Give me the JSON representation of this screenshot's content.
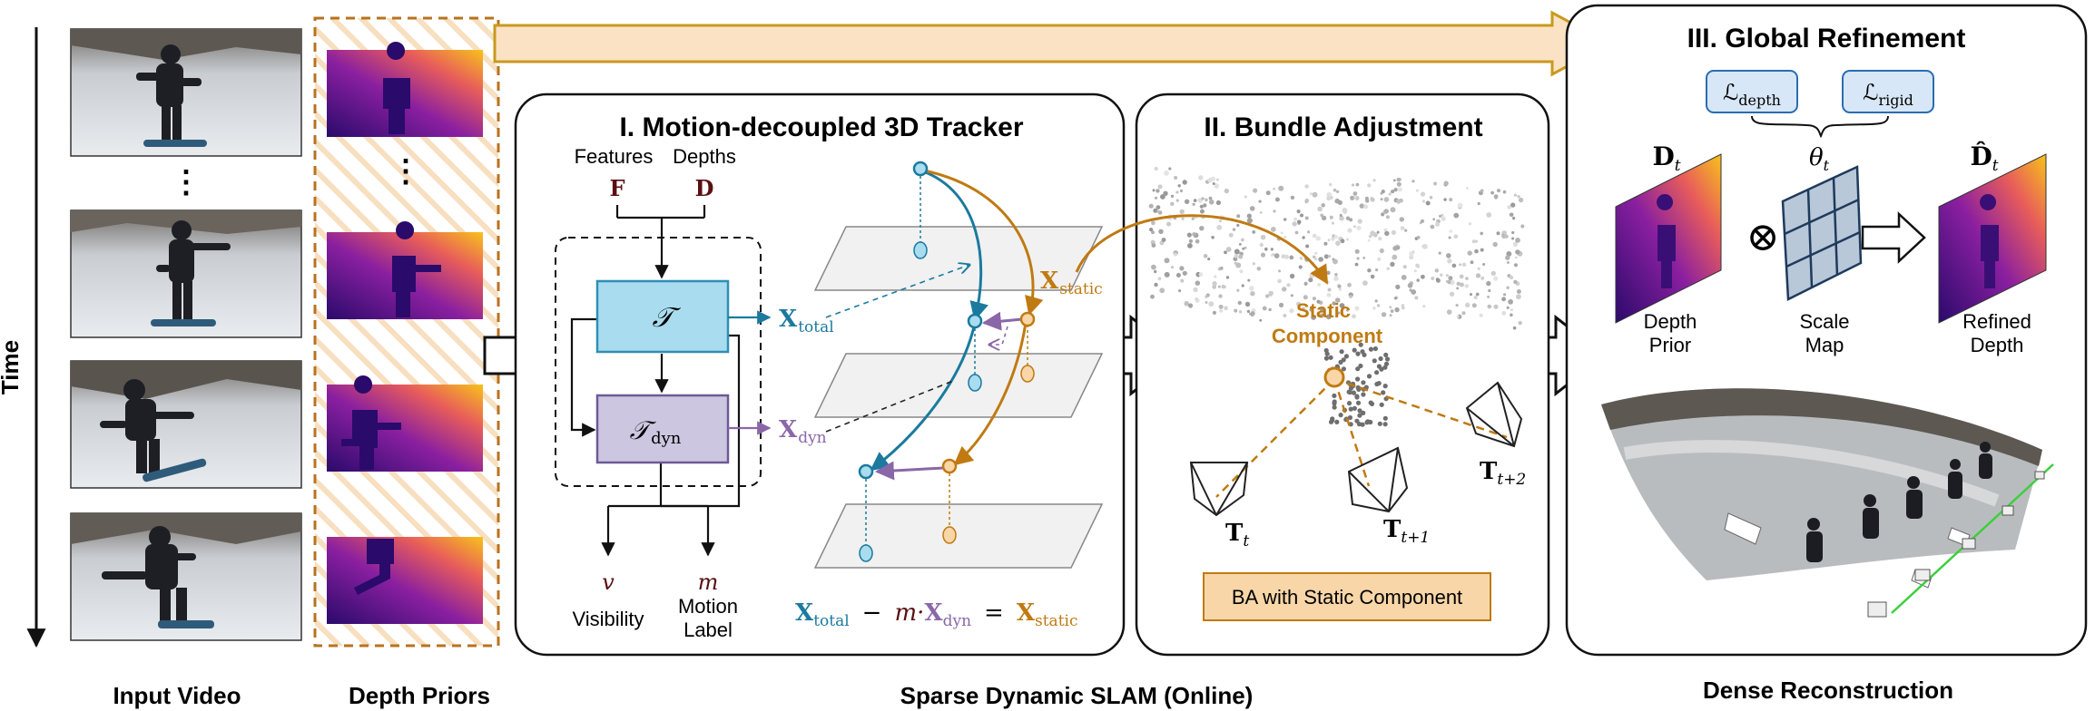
{
  "labels": {
    "time": "Time",
    "input_video": "Input Video",
    "depth_priors": "Depth Priors",
    "slam": "Sparse Dynamic SLAM (Online)",
    "dense": "Dense Reconstruction"
  },
  "tracker": {
    "title": "I. Motion-decoupled 3D Tracker",
    "features": "Features",
    "depths": "Depths",
    "F": "F",
    "D": "D",
    "T": "𝒯",
    "T_dyn": "𝒯",
    "dyn_sub": "dyn",
    "x_total": "X",
    "total_sub": "total",
    "x_dyn": "X",
    "x_static": "X",
    "static_sub": "static",
    "v": "v",
    "m": "m",
    "visibility": "Visibility",
    "motion_label_1": "Motion",
    "motion_label_2": "Label",
    "eq_minus": "−",
    "eq_m": "m·",
    "eq_equals": "="
  },
  "ba": {
    "title": "II. Bundle Adjustment",
    "static_1": "Static",
    "static_2": "Component",
    "T": "T",
    "t": "t",
    "t1": "t+1",
    "t2": "t+2",
    "box": "BA with Static Component"
  },
  "refine": {
    "title": "III. Global Refinement",
    "L_depth": "ℒ",
    "depth_sub": "depth",
    "L_rigid": "ℒ",
    "rigid_sub": "rigid",
    "theta": "θ",
    "theta_sub": "t",
    "D": "D",
    "D_sub": "t",
    "D_hat": "D̂",
    "otimes": "⊗",
    "depth_prior_1": "Depth",
    "depth_prior_2": "Prior",
    "scale_1": "Scale",
    "scale_2": "Map",
    "refined_1": "Refined",
    "refined_2": "Depth"
  },
  "dots": "⋮",
  "colors": {
    "teal": "#1b7a9e",
    "orange": "#c07a12",
    "purple": "#8a67a8",
    "dashed_border": "#b8731f",
    "tracker_box": "#a9dcef",
    "tdyn_box": "#cdc6e0",
    "ba_box": "#f8d6a8",
    "loss_box": "#d7e7f7",
    "big_arrow": "#fbe2c4"
  }
}
